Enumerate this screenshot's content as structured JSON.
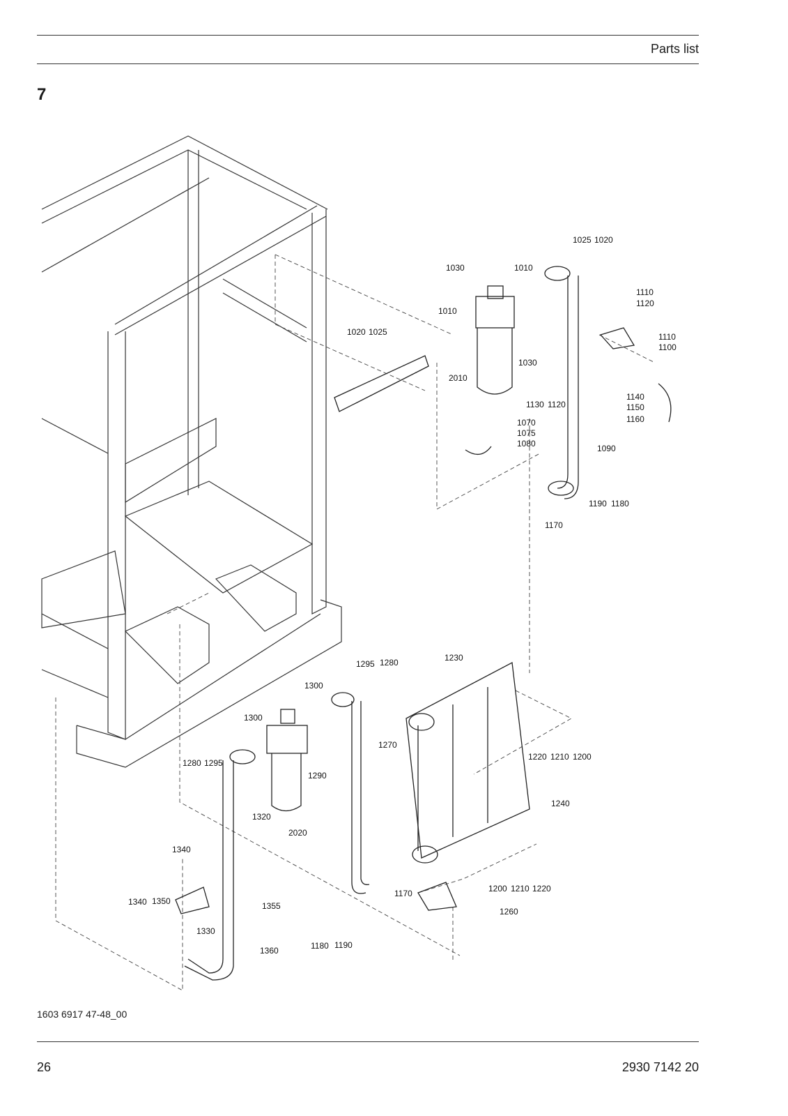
{
  "header": {
    "title": "Parts list"
  },
  "section": {
    "number": "7"
  },
  "figure": {
    "id": "1603 6917 47-48_00",
    "labels": [
      "1025",
      "1020",
      "1030",
      "1010",
      "1010",
      "1110",
      "1120",
      "1020",
      "1025",
      "1110",
      "1100",
      "1030",
      "2010",
      "1130",
      "1120",
      "1140",
      "1150",
      "1160",
      "1070",
      "1075",
      "1080",
      "1090",
      "1190",
      "1180",
      "1170",
      "1295",
      "1280",
      "1230",
      "1300",
      "1300",
      "1270",
      "1220",
      "1210",
      "1200",
      "1280",
      "1295",
      "1290",
      "1240",
      "1320",
      "2020",
      "1340",
      "1170",
      "1200",
      "1210",
      "1220",
      "1340",
      "1350",
      "1355",
      "1330",
      "1260",
      "1180",
      "1190",
      "1360"
    ]
  },
  "footer": {
    "page": "26",
    "doc_number": "2930 7142 20"
  }
}
